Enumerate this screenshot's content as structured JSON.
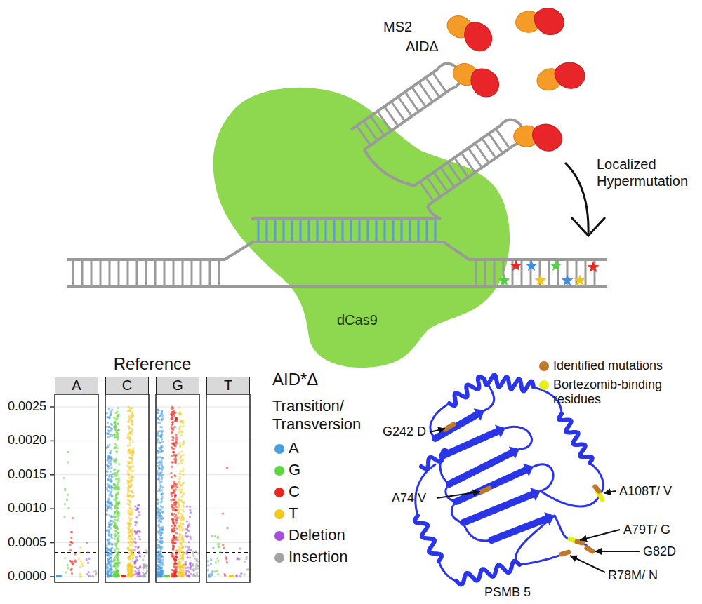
{
  "diagram": {
    "nodes": [
      {
        "text": [
          "dCas9"
        ]
      },
      {
        "text": [
          "A"
        ]
      },
      {
        "text": [
          "C"
        ]
      },
      {
        "text": [
          "G"
        ]
      },
      {
        "text": [
          "T"
        ]
      }
    ],
    "labels": [
      "MS2",
      "AIDΔ",
      "Localized Hypermutation",
      "Reference",
      "0.0025",
      "0.0020",
      "0.0015",
      "0.0010",
      "0.0005",
      "0.0000",
      "AID*Δ",
      "Transition/ Transversion",
      "G242 D",
      "A108T/ V",
      "A74 V",
      "A79T/ G",
      "G82D",
      "R78M/ N",
      "PSMB 5"
    ],
    "legend": [
      {
        "text": "A",
        "color": "#4a9fe0"
      },
      {
        "text": "G",
        "color": "#5cd63c"
      },
      {
        "text": "C",
        "color": "#e8281e"
      },
      {
        "text": "T",
        "color": "#f5c81f"
      },
      {
        "text": "Deletion",
        "color": "#a24fdc"
      },
      {
        "text": "Insertion",
        "color": "#a3a3a3"
      },
      {
        "text": "Identified mutations",
        "color": "#c0782c"
      },
      {
        "text": "Bortezomib-binding residues",
        "color": "#e4f018"
      }
    ]
  }
}
